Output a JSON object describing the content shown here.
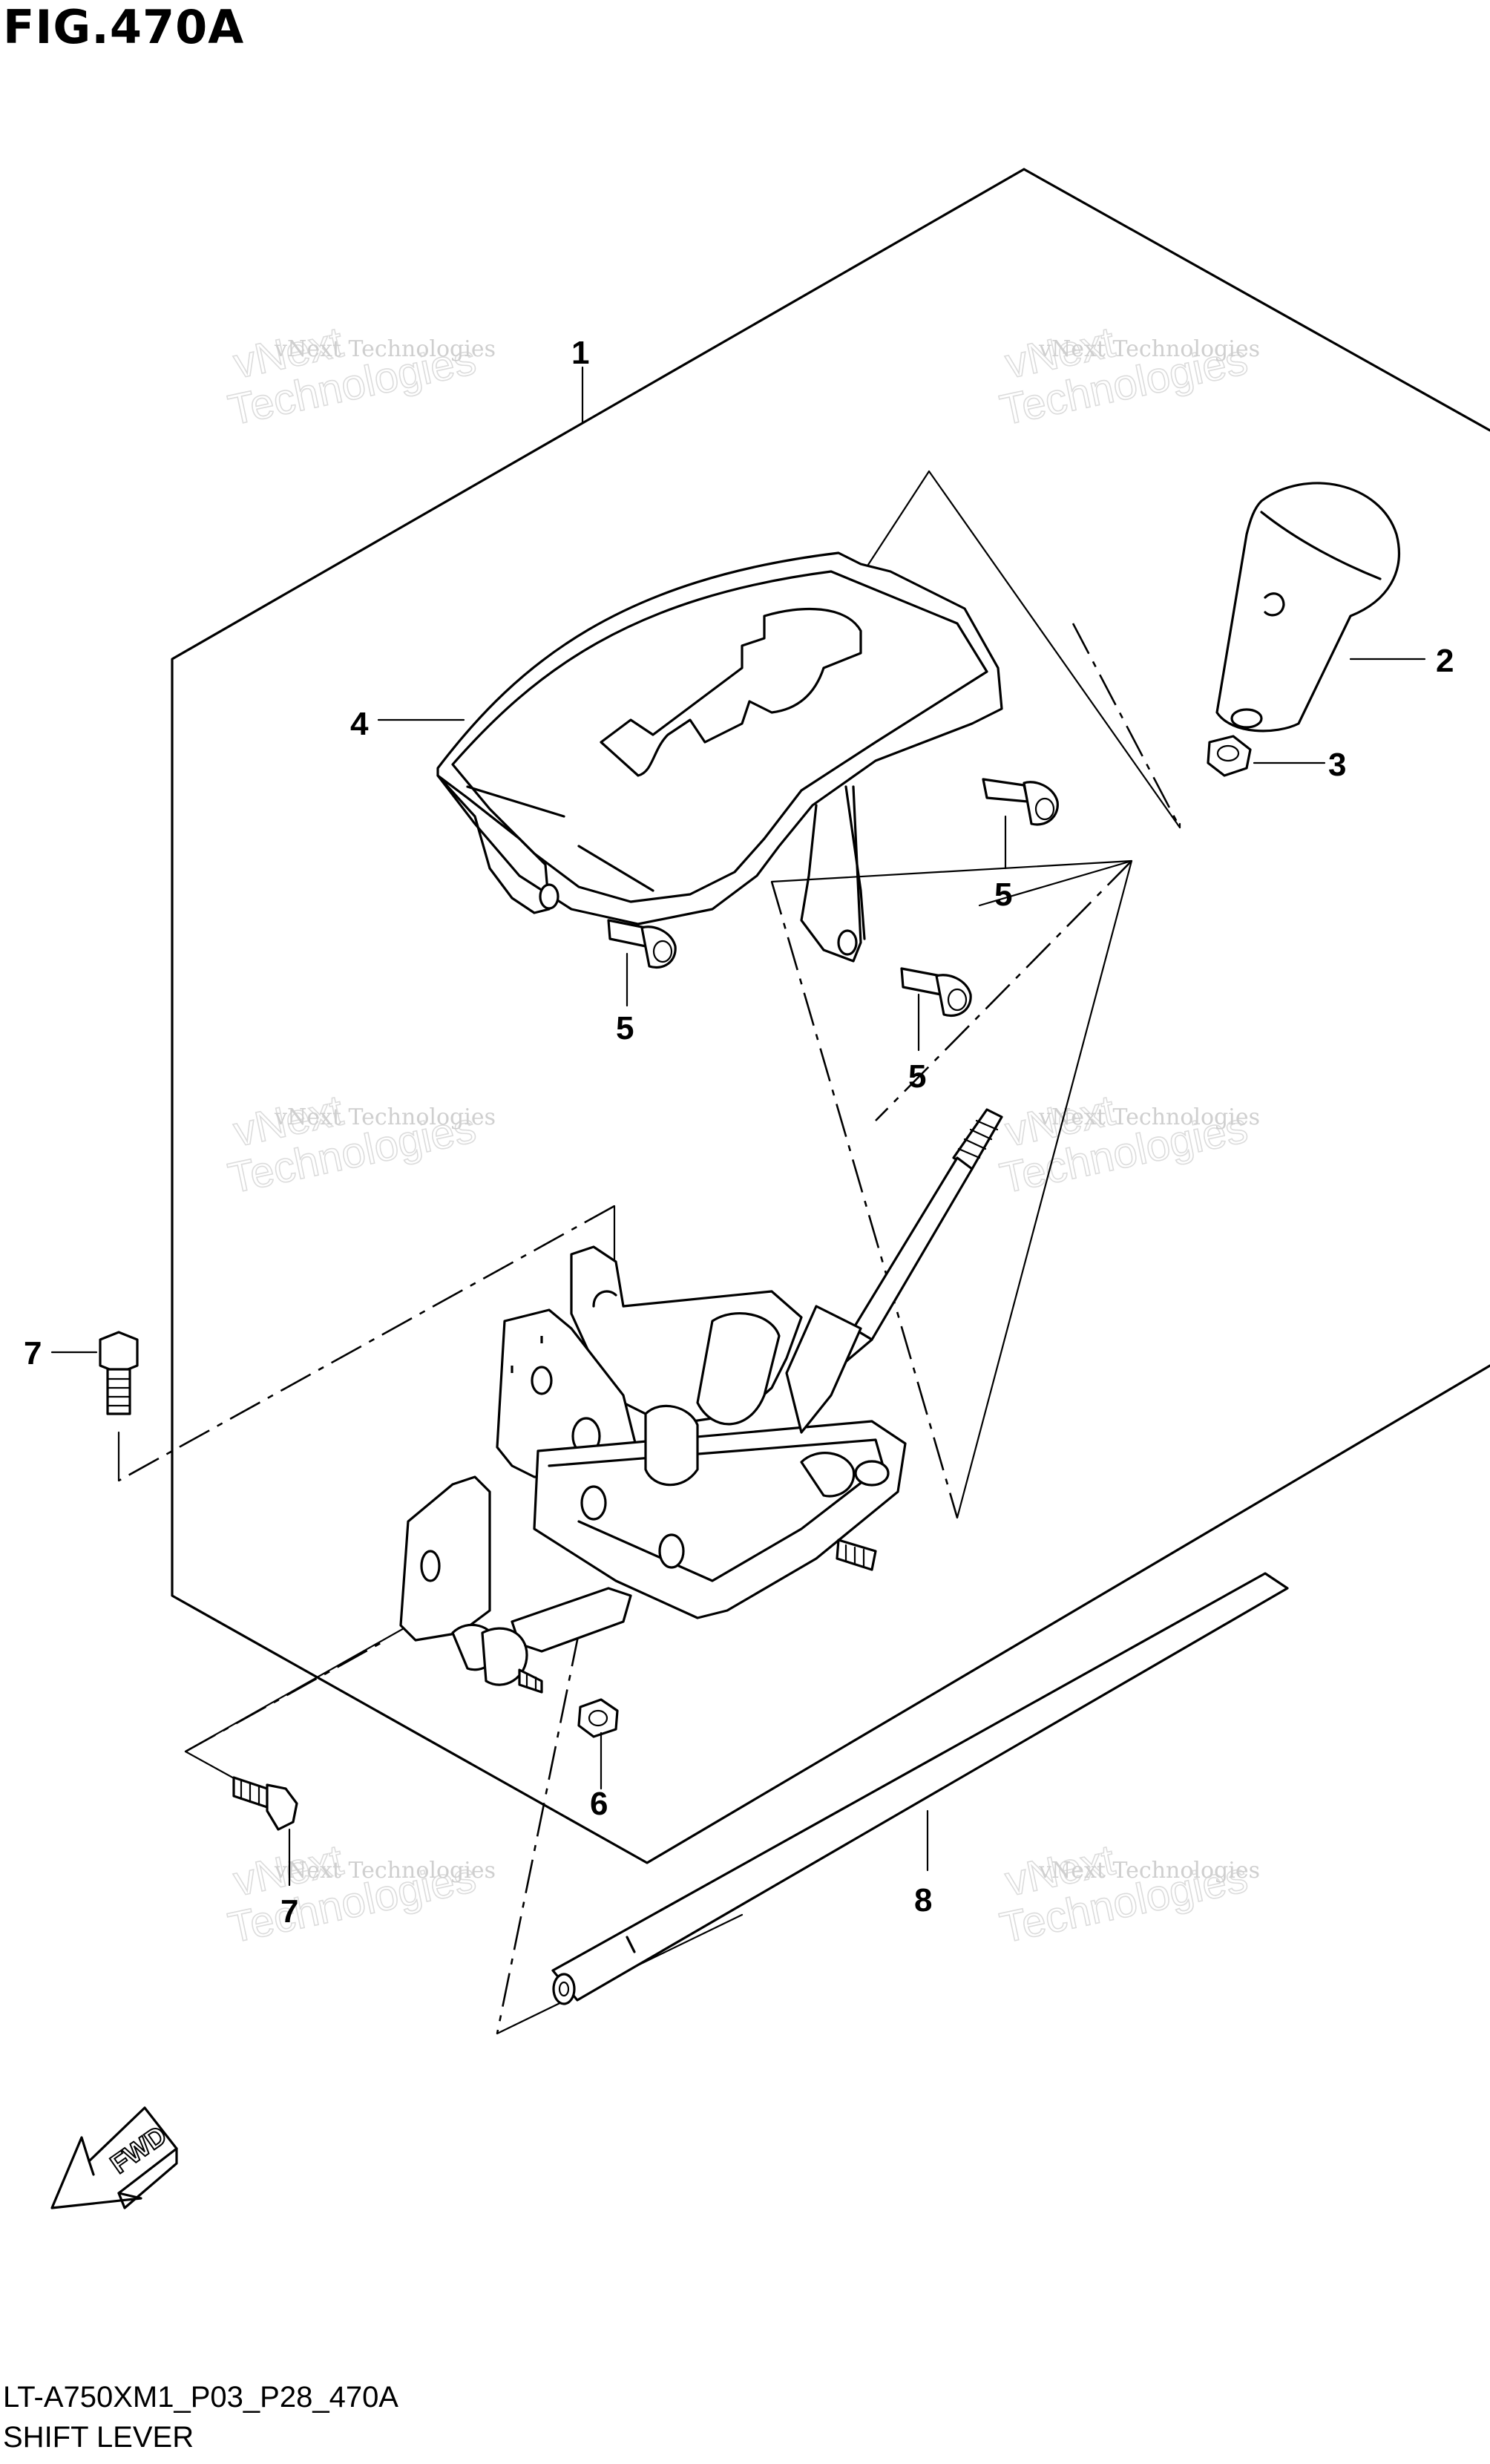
{
  "figure": {
    "title": "FIG.470A",
    "code": "LT-A750XM1_P03_P28_470A",
    "subtitle": "SHIFT LEVER"
  },
  "watermark": {
    "line1": "vNext Technologies",
    "line2": "vNext",
    "line3": "Technologies"
  },
  "callouts": [
    "1",
    "2",
    "3",
    "4",
    "5",
    "5",
    "5",
    "6",
    "7",
    "7",
    "8"
  ],
  "fwd_label": "FWD",
  "icons": [
    "fwd-arrow-icon"
  ]
}
